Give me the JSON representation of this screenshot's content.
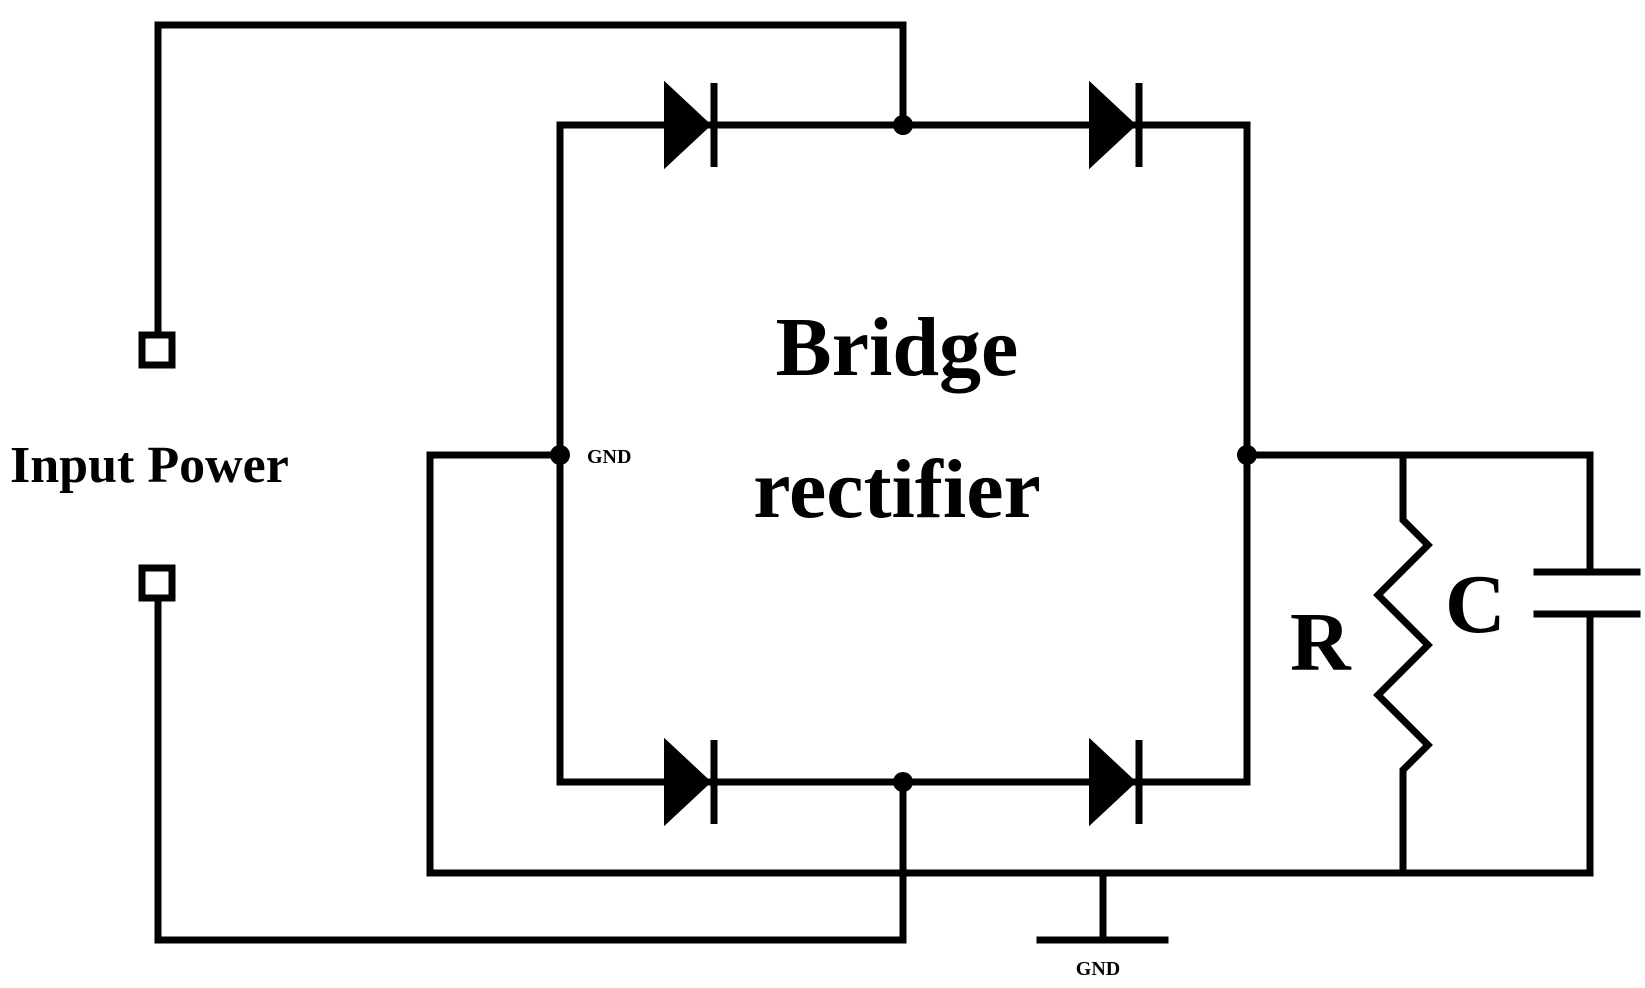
{
  "labels": {
    "title_line1": "Bridge",
    "title_line2": "rectifier",
    "input": "Input Power",
    "resistor": "R",
    "capacitor": "C",
    "gnd_node": "GND",
    "gnd_bottom": "GND"
  },
  "components": [
    {
      "name": "diode",
      "count": 4
    },
    {
      "name": "resistor",
      "label": "R"
    },
    {
      "name": "capacitor",
      "label": "C"
    },
    {
      "name": "ground",
      "label": "GND"
    }
  ]
}
